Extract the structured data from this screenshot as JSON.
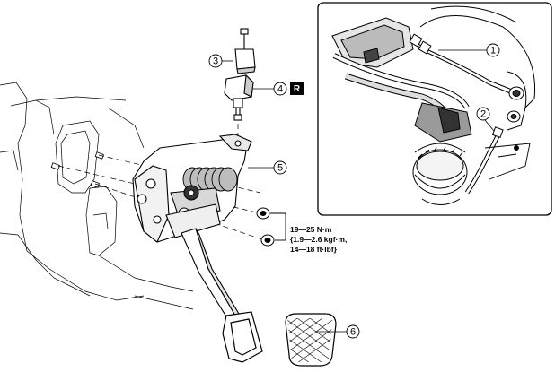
{
  "callouts": {
    "c1": "1",
    "c2": "2",
    "c3": "3",
    "c4": "4",
    "c5": "5",
    "c6": "6"
  },
  "replace_badge": "R",
  "torque_spec": {
    "line1": "19—25 N·m",
    "line2": "{1.9—2.6 kgf·m,",
    "line3": "14—18 ft·lbf}"
  },
  "colors": {
    "ink": "#000000",
    "paper": "#ffffff",
    "shade": "#9a9a9a",
    "dark": "#333333"
  }
}
